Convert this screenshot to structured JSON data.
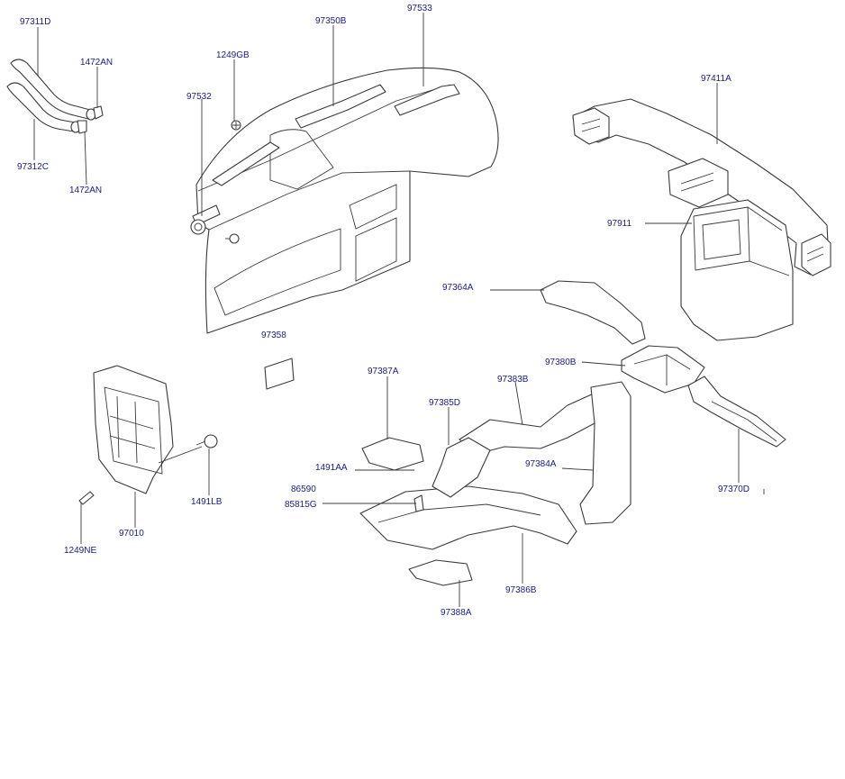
{
  "labels": {
    "l_97311D": "97311D",
    "l_97312C": "97312C",
    "l_1472AN_top": "1472AN",
    "l_1472AN_bottom": "1472AN",
    "l_1249GB": "1249GB",
    "l_97350B": "97350B",
    "l_97533": "97533",
    "l_97532": "97532",
    "l_97411A": "97411A",
    "l_97911": "97911",
    "l_97364A": "97364A",
    "l_97358": "97358",
    "l_97387A": "97387A",
    "l_97385D": "97385D",
    "l_97383B": "97383B",
    "l_97380B": "97380B",
    "l_1491AA": "1491AA",
    "l_86590": "86590",
    "l_85815G": "85815G",
    "l_97384A": "97384A",
    "l_97370D": "97370D",
    "l_1491LB": "1491LB",
    "l_97010": "97010",
    "l_1249NE": "1249NE",
    "l_97386B": "97386B",
    "l_97388A": "97388A"
  },
  "colors": {
    "label_text": "#1a1a8c",
    "line_art": "#3a3a3a",
    "background": "#ffffff"
  }
}
